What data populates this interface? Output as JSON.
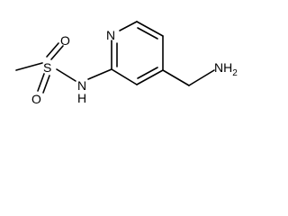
{
  "structure": {
    "atoms": {
      "ring_n": "N",
      "amide_nh": "N",
      "amide_h": "H",
      "sulfur": "S",
      "oxygen_top": "O",
      "oxygen_bottom": "O",
      "amine_nh2": "NH",
      "amine_subscript": "2"
    }
  },
  "colors": {
    "bond": "#000000",
    "label": "#000000",
    "background": "#ffffff"
  }
}
